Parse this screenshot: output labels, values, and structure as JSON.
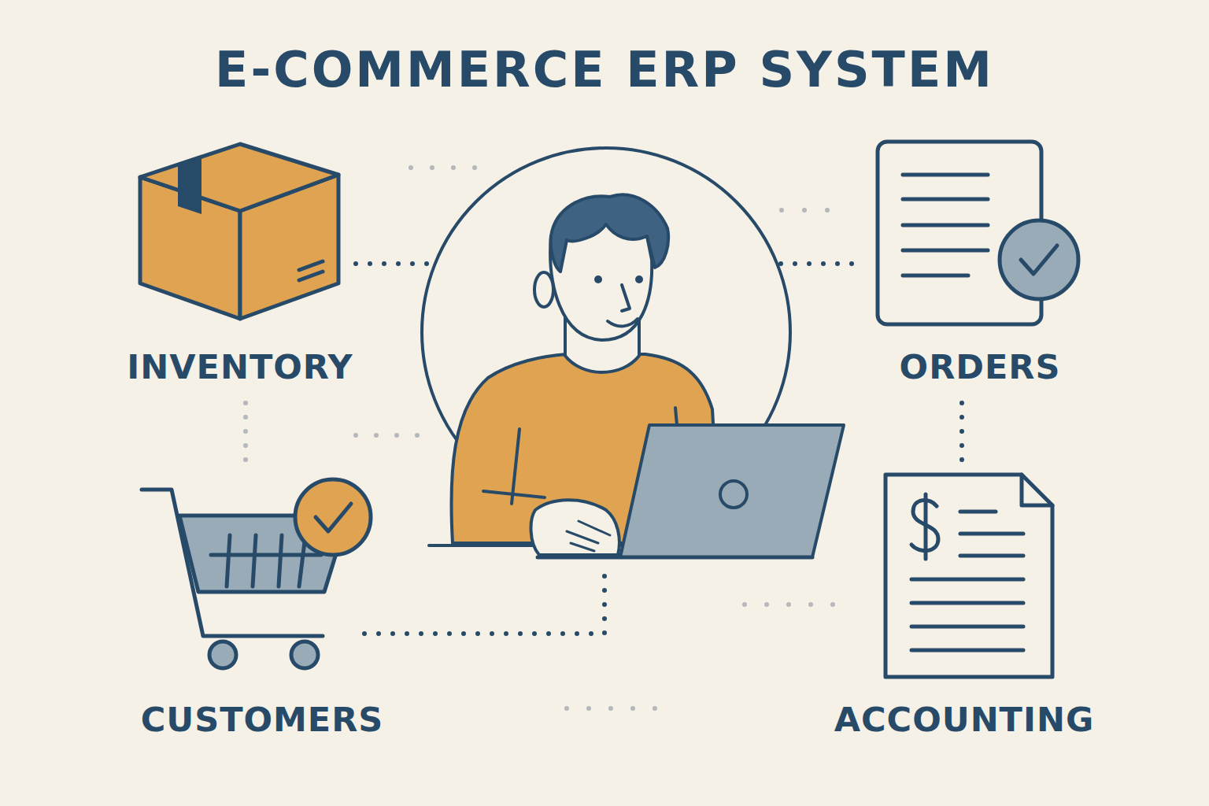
{
  "diagram": {
    "title": "E-COMMERCE ERP SYSTEM",
    "nodes": [
      {
        "text": [
          "INVENTORY"
        ]
      },
      {
        "text": [
          "ORDERS"
        ]
      },
      {
        "text": [
          "CUSTOMERS"
        ]
      },
      {
        "text": [
          "ACCOUNTING"
        ]
      }
    ],
    "edges": [
      {
        "from": 0,
        "to": 2,
        "arrow": "none"
      },
      {
        "from": 1,
        "to": 3,
        "arrow": "none"
      }
    ]
  }
}
